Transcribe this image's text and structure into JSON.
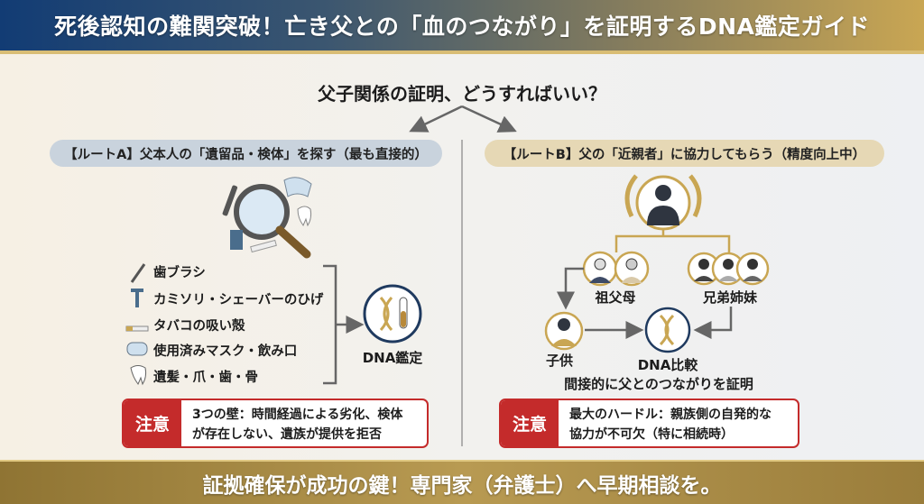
{
  "header": {
    "title": "死後認知の難関突破！亡き父との「血のつながり」を証明するDNA鑑定ガイド"
  },
  "question": "父子関係の証明、どうすればいい？",
  "route_a": {
    "label": "【ルートA】父本人の「遺留品・検体」を探す（最も直接的）",
    "items": [
      {
        "icon": "toothbrush-icon",
        "text": "歯ブラシ"
      },
      {
        "icon": "razor-icon",
        "text": "カミソリ・シェーバーのひげ"
      },
      {
        "icon": "cigarette-icon",
        "text": "タバコの吸い殻"
      },
      {
        "icon": "mask-icon",
        "text": "使用済みマスク・飲み口"
      },
      {
        "icon": "tooth-icon",
        "text": "遺髪・爪・歯・骨"
      }
    ],
    "result": "DNA鑑定",
    "caution_tag": "注意",
    "caution_line1": "3つの壁：時間経過による劣化、検体",
    "caution_line2": "が存在しない、遺族が提供を拒否"
  },
  "route_b": {
    "label": "【ルートB】父の「近親者」に協力してもらう（精度向上中）",
    "grandparents": "祖父母",
    "siblings": "兄弟姉妹",
    "child": "子供",
    "result": "DNA比較",
    "result_sub": "間接的に父とのつながりを証明",
    "caution_tag": "注意",
    "caution_line1": "最大のハードル：親族側の自発的な",
    "caution_line2": "協力が不可欠（特に相続時）"
  },
  "footer": {
    "text": "証拠確保が成功の鍵！専門家（弁護士）へ早期相談を。"
  },
  "colors": {
    "navy": "#123c74",
    "gold": "#c9a653",
    "red": "#c42b2b",
    "pill_a": "#c9d3dd",
    "pill_b": "#e6d8b5"
  }
}
